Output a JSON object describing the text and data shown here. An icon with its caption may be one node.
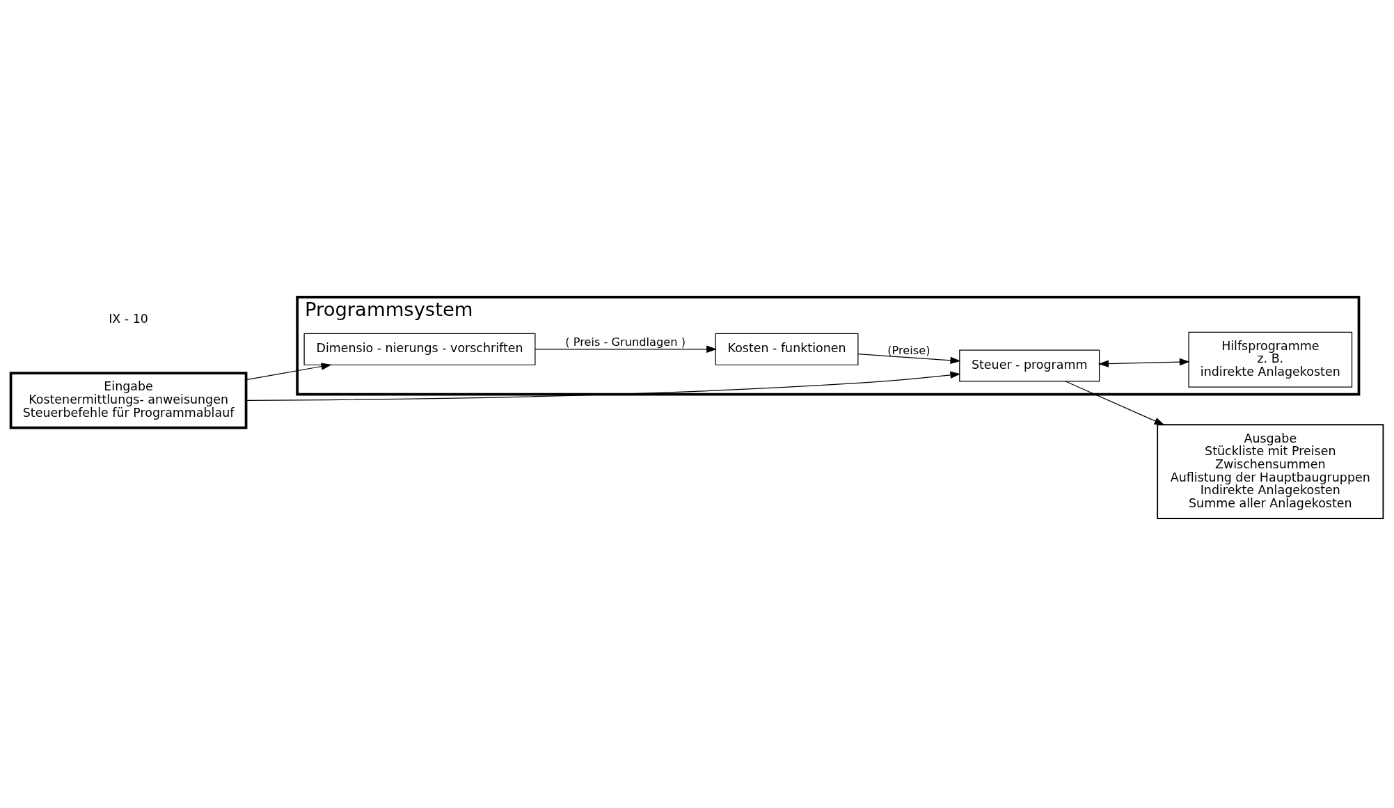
{
  "diagram": {
    "nodes": [
      {
        "text": [
          "Eingabe",
          "Kostenermittlungs- anweisungen",
          "Steuerbefehle für Programmablauf"
        ]
      },
      {
        "text": [
          "Programmsystem"
        ]
      },
      {
        "text": [
          "Steuer - programm"
        ],
        "in": 1
      },
      {
        "text": [
          "Kosten - funktionen"
        ],
        "in": 1
      },
      {
        "text": [
          "Dimensio - nierungs - vorschriften"
        ],
        "in": 1
      },
      {
        "text": [
          "Hilfsprogramme",
          "z. B.",
          "indirekte Anlagekosten"
        ],
        "in": 1
      },
      {
        "text": [
          "Ausgabe",
          "Stückliste mit Preisen",
          "Zwischensummen",
          "Auflistung der Hauptbaugruppen",
          "Indirekte Anlagekosten",
          "Summe aller Anlagekosten"
        ]
      }
    ],
    "edges": [
      {
        "from": 0,
        "to": 4,
        "arrow": "to"
      },
      {
        "from": 0,
        "to": 2,
        "arrow": "to"
      },
      {
        "from": 3,
        "to": 2,
        "arrow": "to",
        "label": "(Preise)"
      },
      {
        "from": 4,
        "to": 3,
        "arrow": "to",
        "label": "( Preis - Grundlagen )"
      },
      {
        "from": 2,
        "to": 5,
        "arrow": "both"
      },
      {
        "from": 2,
        "to": 6,
        "arrow": "to"
      }
    ],
    "labels": [
      "IX - 10"
    ]
  }
}
